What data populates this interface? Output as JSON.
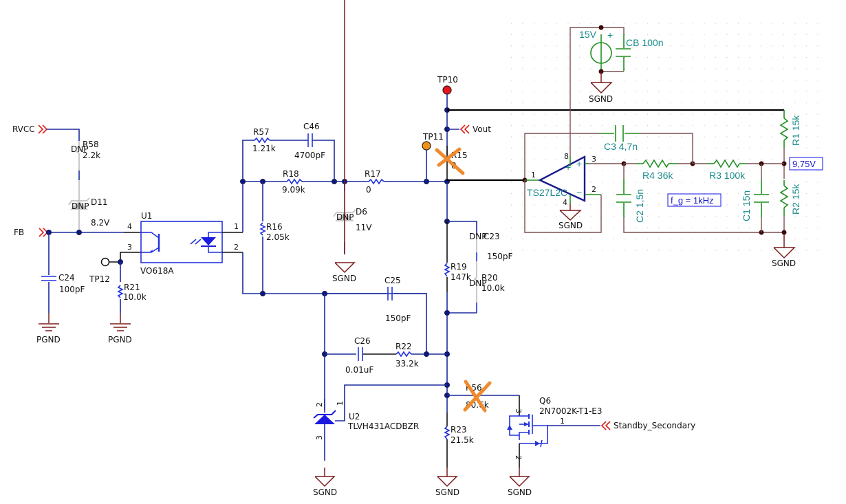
{
  "schematic": {
    "title": "Feedback / error amplifier schematic with opamp simulation overlay",
    "net_labels": {
      "rvcc": "RVCC",
      "fb": "FB",
      "vout": "Vout",
      "standby": "Standby_Secondary"
    },
    "grounds": {
      "pgnd": "PGND",
      "sgnd": "SGND"
    },
    "test_points": {
      "tp10": "TP10",
      "tp11": "TP11",
      "tp12": "TP12"
    },
    "components": {
      "r58": {
        "ref": "R58",
        "value": "2.2k",
        "dnp": "DNP"
      },
      "d11": {
        "ref": "D11",
        "value": "8.2V",
        "dnp": "DNP"
      },
      "c24": {
        "ref": "C24",
        "value": "100pF"
      },
      "r21": {
        "ref": "R21",
        "value": "10.0k"
      },
      "u1": {
        "ref": "U1",
        "value": "VO618A",
        "pins": [
          "1",
          "2",
          "3",
          "4"
        ]
      },
      "r57": {
        "ref": "R57",
        "value": "1.21k"
      },
      "c46": {
        "ref": "C46",
        "value": "4700pF"
      },
      "r18": {
        "ref": "R18",
        "value": "9.09k"
      },
      "r16": {
        "ref": "R16",
        "value": "2.05k"
      },
      "d6": {
        "ref": "D6",
        "value": "11V",
        "dnp": "DNP"
      },
      "r17": {
        "ref": "R17",
        "value": "0"
      },
      "r15": {
        "ref": "R15",
        "value": "0",
        "removed": true
      },
      "c23": {
        "ref": "C23",
        "value": "150pF",
        "dnp": "DNP"
      },
      "r19": {
        "ref": "R19",
        "value": "147k"
      },
      "r20": {
        "ref": "R20",
        "value": "10.0k",
        "dnp": "DNP"
      },
      "c25": {
        "ref": "C25",
        "value": "150pF"
      },
      "c26": {
        "ref": "C26",
        "value": "0.01uF"
      },
      "r22": {
        "ref": "R22",
        "value": "33.2k"
      },
      "u2": {
        "ref": "U2",
        "value": "TLVH431ACDBZR",
        "pins": [
          "1",
          "2",
          "3"
        ]
      },
      "r56": {
        "ref": "R56",
        "value": "80.6k",
        "removed": true
      },
      "r23": {
        "ref": "R23",
        "value": "21.5k"
      },
      "q6": {
        "ref": "Q6",
        "value": "2N7002K-T1-E3",
        "pins": [
          "1",
          "2",
          "3"
        ]
      }
    },
    "overlay": {
      "v15": {
        "label": "15V",
        "plus": "+"
      },
      "cb": {
        "label": "CB 100n"
      },
      "opamp": {
        "label": "TS27L2C",
        "pins": [
          "1",
          "2",
          "3",
          "4",
          "8"
        ],
        "plus": "+",
        "minus": "−"
      },
      "c3": {
        "label": "C3 4,7n"
      },
      "r4": {
        "label": "R4 36k"
      },
      "r3": {
        "label": "R3 100k"
      },
      "c2": {
        "label": "C2 1,5n"
      },
      "c1": {
        "label": "C1 15n"
      },
      "r1": {
        "label": "R1 15k"
      },
      "r2": {
        "label": "R2 15k"
      },
      "voltage_probe": "9,75V",
      "fg_note": "f_g = 1kHz"
    }
  }
}
